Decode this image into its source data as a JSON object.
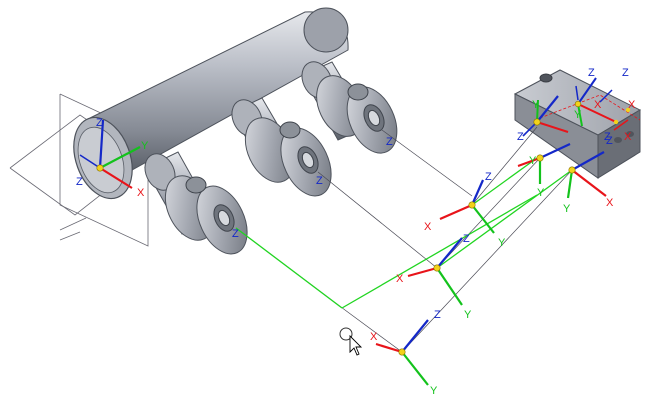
{
  "viewport": {
    "description_visible": "3D CAD assembly viewport",
    "background": "#ffffff"
  },
  "colors": {
    "x_axis": "#e8141a",
    "y_axis": "#13c21c",
    "z_axis": "#1428c8",
    "origin": "#f2d21a",
    "part_fill": "#9ea3ad",
    "part_dark": "#5e636d",
    "part_light": "#d4d7dd",
    "path_line": "#21d521",
    "sketch_line": "#4a4a55"
  },
  "axis_labels": {
    "x": "X",
    "y": "Y",
    "z": "Z"
  },
  "cursor": {
    "icon": "pointer-arrow-with-circle-icon"
  }
}
